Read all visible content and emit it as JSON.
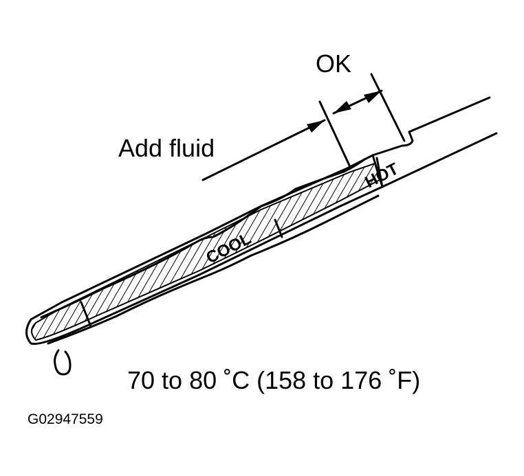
{
  "labels": {
    "ok": "OK",
    "add_fluid": "Add fluid",
    "cool": "COOL",
    "hot": "HOT",
    "temperature": "70 to 80 ˚C (158 to 176 ˚F)",
    "figure_id": "G02947559"
  }
}
